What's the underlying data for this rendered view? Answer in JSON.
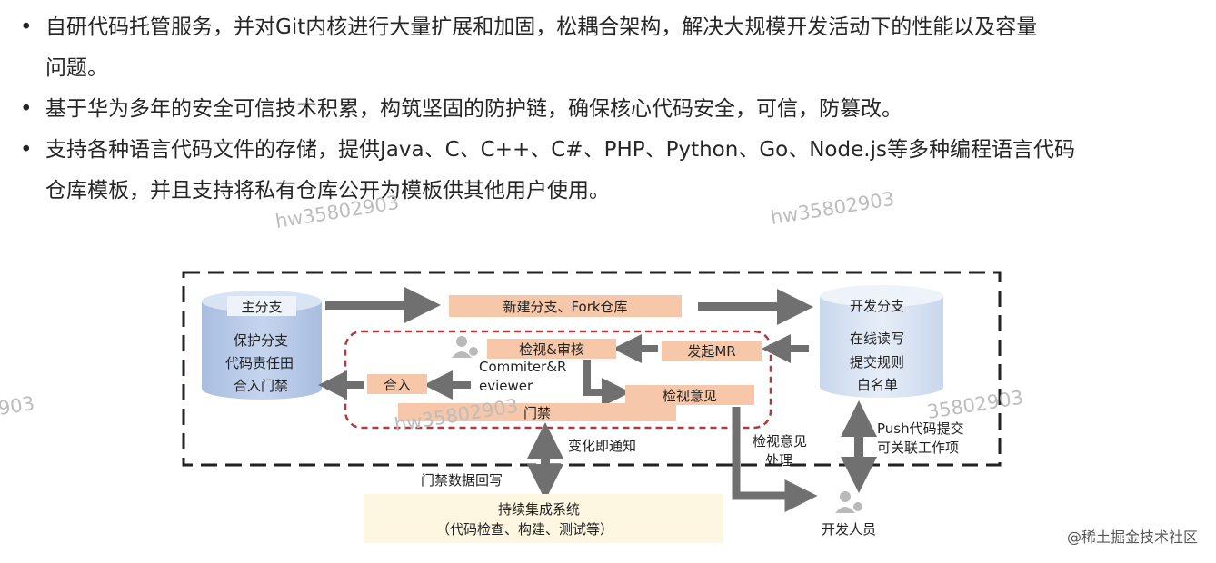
{
  "bullets": [
    {
      "line1": "自研代码托管服务，并对Git内核进行大量扩展和加固，松耦合架构，解决大规模开发活动下的性能以及容量",
      "line2": "问题。"
    },
    {
      "line1": "基于华为多年的安全可信技术积累，构筑坚固的防护链，确保核心代码安全，可信，防篡改。",
      "line2": ""
    },
    {
      "line1": "支持各种语言代码文件的存储，提供Java、C、C++、C#、PHP、Python、Go、Node.js等多种编程语言代码",
      "line2": "仓库模板，并且支持将私有仓库公开为模板供其他用户使用。"
    }
  ],
  "bullet_char": "•",
  "watermark": "hw35802903",
  "watermark_part1": "903",
  "watermark_part2": "hw35802903",
  "watermark_part3": "35802903",
  "diagram": {
    "main_branch": {
      "title": "主分支",
      "lines": [
        "保护分支",
        "代码责任田",
        "合入门禁"
      ]
    },
    "dev_branch": {
      "title": "开发分支",
      "lines": [
        "在线读写",
        "提交规则",
        "白名单"
      ]
    },
    "new_branch_fork": "新建分支、Fork仓库",
    "review_approve": "检视&审核",
    "initiate_mr": "发起MR",
    "merge": "合入",
    "review_comments": "检视意见",
    "gate": "门禁",
    "committer_reviewer_1": "Commiter&R",
    "committer_reviewer_2": "eviewer",
    "change_notify": "变化即通知",
    "review_handle_1": "检视意见",
    "review_handle_2": "处理",
    "push_1": "Push代码提交",
    "push_2": "可关联工作项",
    "gate_writeback": "门禁数据回写",
    "ci_system_1": "持续集成系统",
    "ci_system_2": "（代码检查、构建、测试等）",
    "developer": "开发人员"
  },
  "footer": "@稀土掘金技术社区",
  "colors": {
    "cylinder": "#b9cbe6",
    "orange_box": "#f6c7a8",
    "red_dashed": "#b23a3a",
    "arrow": "#707070",
    "ci_bg": "#fdf6e0"
  }
}
